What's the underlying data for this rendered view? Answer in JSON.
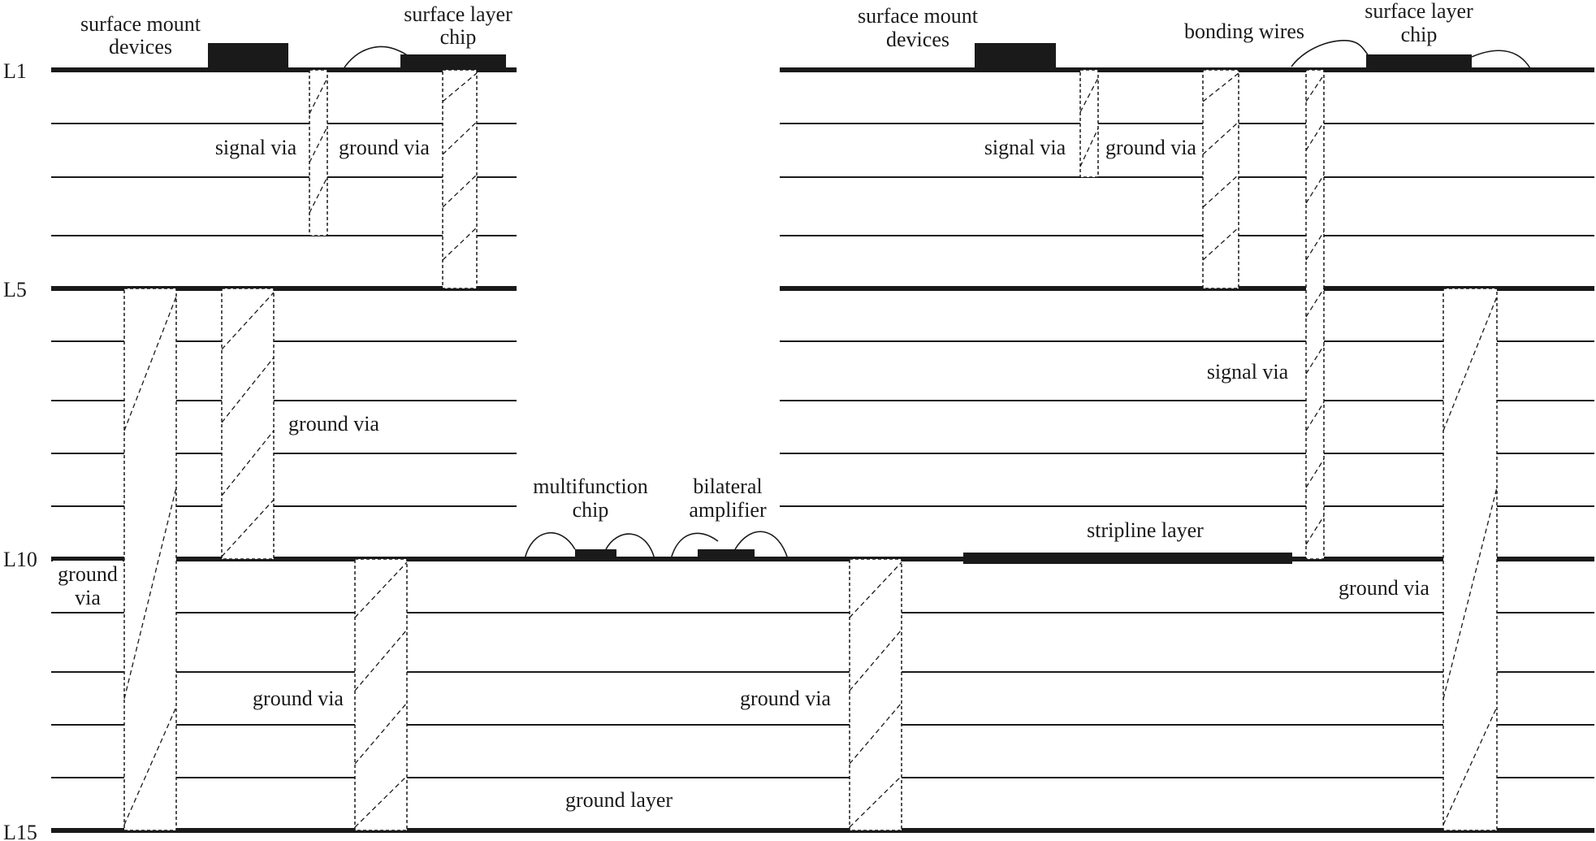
{
  "layer_labels": {
    "l1": "L1",
    "l5": "L5",
    "l10": "L10",
    "l15": "L15"
  },
  "annotations": {
    "smd_left_line1": "surface mount",
    "smd_left_line2": "devices",
    "slc_left_line1": "surface layer",
    "slc_left_line2": "chip",
    "signal_via_left": "signal via",
    "ground_via_left": "ground via",
    "ground_via_mid_left": "ground via",
    "ground_via_edge_line1": "ground",
    "ground_via_edge_line2": "via",
    "ground_via_bottom_left": "ground via",
    "ground_via_bottom_center": "ground via",
    "ground_layer": "ground layer",
    "multifunction_line1": "multifunction",
    "multifunction_line2": "chip",
    "amplifier_line1": "bilateral",
    "amplifier_line2": "amplifier",
    "smd_right_line1": "surface mount",
    "smd_right_line2": "devices",
    "bonding_wires": "bonding wires",
    "slc_right_line1": "surface layer",
    "slc_right_line2": "chip",
    "signal_via_right": "signal via",
    "ground_via_right": "ground via",
    "signal_via_right_long": "signal via",
    "stripline_layer": "stripline layer",
    "ground_via_right_bottom": "ground via"
  }
}
